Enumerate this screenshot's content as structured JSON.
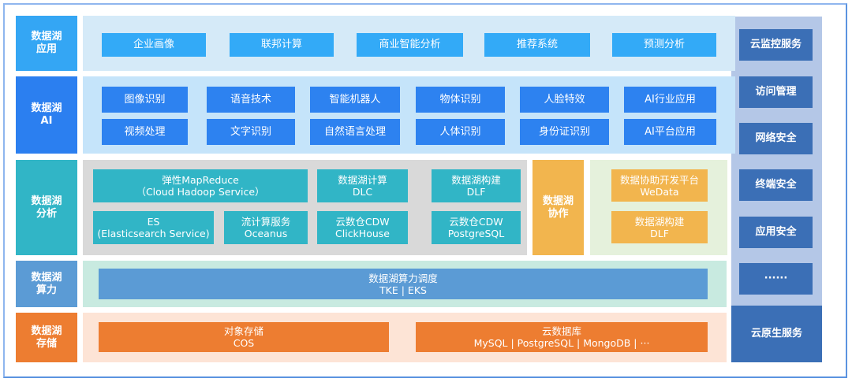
{
  "colors": {
    "app": "#34a6f4",
    "ai": "#2b7ff0",
    "analysis": "#31b5c6",
    "collab": "#f2b54e",
    "compute": "#5b9bd5",
    "storage": "#ed7d31",
    "side": "#3b6fb6"
  },
  "layers": {
    "app": {
      "label": "数据湖\n应用",
      "items": [
        "企业画像",
        "联邦计算",
        "商业智能分析",
        "推荐系统",
        "预测分析"
      ]
    },
    "ai": {
      "label": "数据湖\nAI",
      "items": [
        "图像识别",
        "语音技术",
        "智能机器人",
        "物体识别",
        "人脸特效",
        "AI行业应用",
        "视频处理",
        "文字识别",
        "自然语言处理",
        "人体识别",
        "身份证识别",
        "AI平台应用"
      ]
    },
    "analysis": {
      "label": "数据湖\n分析",
      "items": [
        {
          "title": "弹性MapReduce",
          "sub": "（Cloud Hadoop Service）"
        },
        {
          "title": "数据湖计算",
          "sub": "DLC"
        },
        {
          "title": "数据湖构建",
          "sub": "DLF"
        },
        {
          "title": "ES",
          "sub": "(Elasticsearch Service)"
        },
        {
          "title": "流计算服务",
          "sub": "Oceanus"
        },
        {
          "title": "云数仓CDW",
          "sub": "ClickHouse"
        },
        {
          "title": "云数仓CDW",
          "sub": "PostgreSQL"
        }
      ]
    },
    "collab": {
      "label": "数据湖\n协作",
      "items": [
        {
          "title": "数据协助开发平台",
          "sub": "WeData"
        },
        {
          "title": "数据湖构建",
          "sub": "DLF"
        }
      ]
    },
    "compute": {
      "label": "数据湖\n算力",
      "item": {
        "title": "数据湖算力调度",
        "sub": "TKE | EKS"
      }
    },
    "storage": {
      "label": "数据湖\n存储",
      "items": [
        {
          "title": "对象存储",
          "sub": "COS"
        },
        {
          "title": "云数据库",
          "sub": "MySQL | PostgreSQL | MongoDB | ···"
        }
      ]
    }
  },
  "side": {
    "items": [
      "云监控服务",
      "访问管理",
      "网络安全",
      "终端安全",
      "应用安全",
      "······"
    ],
    "bottom": "云原生服务"
  }
}
